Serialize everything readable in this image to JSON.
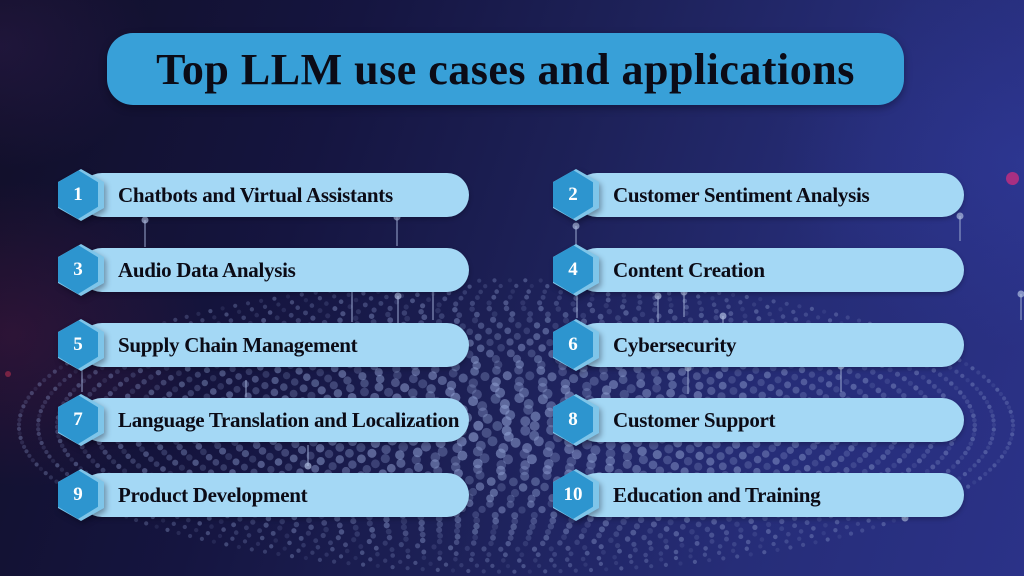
{
  "title": "Top LLM use cases and applications",
  "items": [
    {
      "number": "1",
      "label": "Chatbots and Virtual Assistants"
    },
    {
      "number": "2",
      "label": "Customer Sentiment Analysis"
    },
    {
      "number": "3",
      "label": "Audio Data Analysis"
    },
    {
      "number": "4",
      "label": "Content Creation"
    },
    {
      "number": "5",
      "label": "Supply Chain Management"
    },
    {
      "number": "6",
      "label": "Cybersecurity"
    },
    {
      "number": "7",
      "label": "Language Translation and Localization"
    },
    {
      "number": "8",
      "label": "Customer Support"
    },
    {
      "number": "9",
      "label": "Product Development"
    },
    {
      "number": "10",
      "label": "Education and Training"
    }
  ],
  "colors": {
    "banner": "#38a0d8",
    "bar": "#a4d8f5",
    "hexagon": "#2d95cf",
    "hexagon_bevel": "#7fc5e9",
    "text": "#0b0b16",
    "number_text": "#ffffff",
    "background_dark": "#121028",
    "background_blue": "#2b3288",
    "dot_pattern": "#8c9cce",
    "accent_magenta": "#a82f82"
  }
}
